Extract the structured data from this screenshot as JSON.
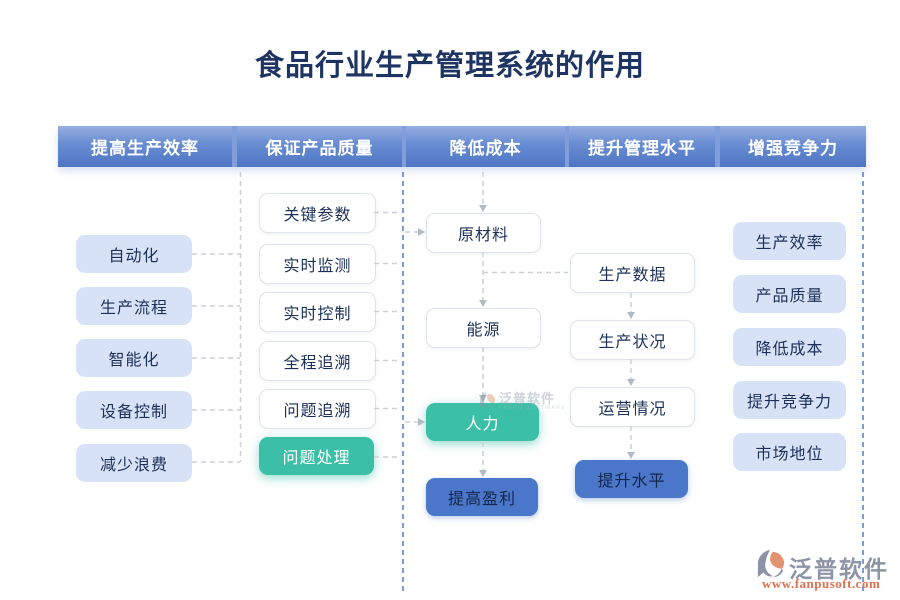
{
  "title": "食品行业生产管理系统的作用",
  "header": {
    "columns": [
      "提高生产效率",
      "保证产品质量",
      "降低成本",
      "提升管理水平",
      "增强竞争力"
    ]
  },
  "groups": {
    "efficiency": [
      "自动化",
      "生产流程",
      "智能化",
      "设备控制",
      "减少浪费"
    ],
    "quality": [
      "关键参数",
      "实时监测",
      "实时控制",
      "全程追溯",
      "问题追溯",
      "问题处理"
    ],
    "cost": [
      "原材料",
      "能源",
      "人力",
      "提高盈利"
    ],
    "management": [
      "生产数据",
      "生产状况",
      "运营情况",
      "提升水平"
    ],
    "competitiveness": [
      "生产效率",
      "产品质量",
      "降低成本",
      "提升竞争力",
      "市场地位"
    ]
  },
  "watermark": {
    "brand": "泛普软件",
    "sub": "FANPU SOFTWARE"
  },
  "footer": {
    "brand": "泛普软件",
    "url": "www.fanpusoft.com"
  },
  "colors": {
    "title_navy": "#1E3564",
    "header_blue_top": "#97AEE1",
    "header_blue_bottom": "#4E75C4",
    "header_gap_blue": "#7F9EDA",
    "light_blue_box": "#D8E2F6",
    "teal_box": "#3BBFA6",
    "blue_box": "#4A77C9",
    "box_text_navy": "#1C3059",
    "line_gray": "#CBD0D8",
    "line_blue": "#4473C2",
    "logo_gray": "#8D94A5",
    "logo_orange": "#DF7150"
  }
}
